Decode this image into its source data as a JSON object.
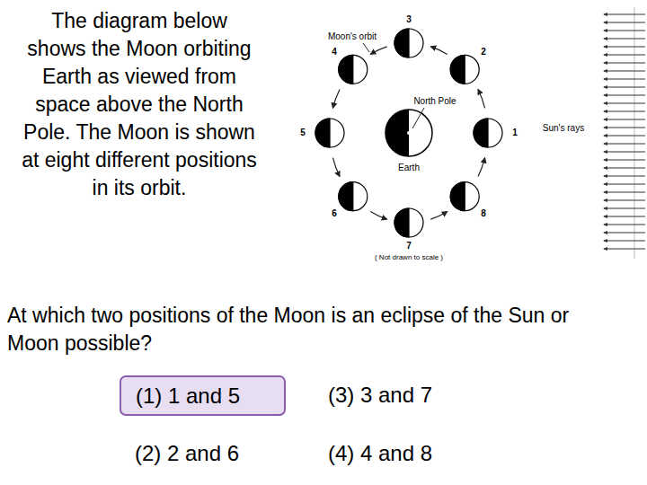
{
  "diagram": {
    "title": "The diagram below shows the Moon orbiting Earth as viewed from space above the North Pole. The Moon is shown at eight different positions in its orbit.",
    "nodes": [
      {
        "text": [
          "(1) 1 and 5"
        ]
      }
    ],
    "labels": [
      "At which two positions of the Moon is an eclipse of the Sun or Moon possible?",
      "(2) 2 and 6",
      "(3) 3 and 7",
      "(4) 4 and 8",
      "Moon's orbit",
      "North Pole",
      "Earth",
      "Sun's rays",
      "( Not drawn to scale )",
      "1",
      "2",
      "3",
      "4",
      "5",
      "6",
      "7",
      "8"
    ]
  }
}
